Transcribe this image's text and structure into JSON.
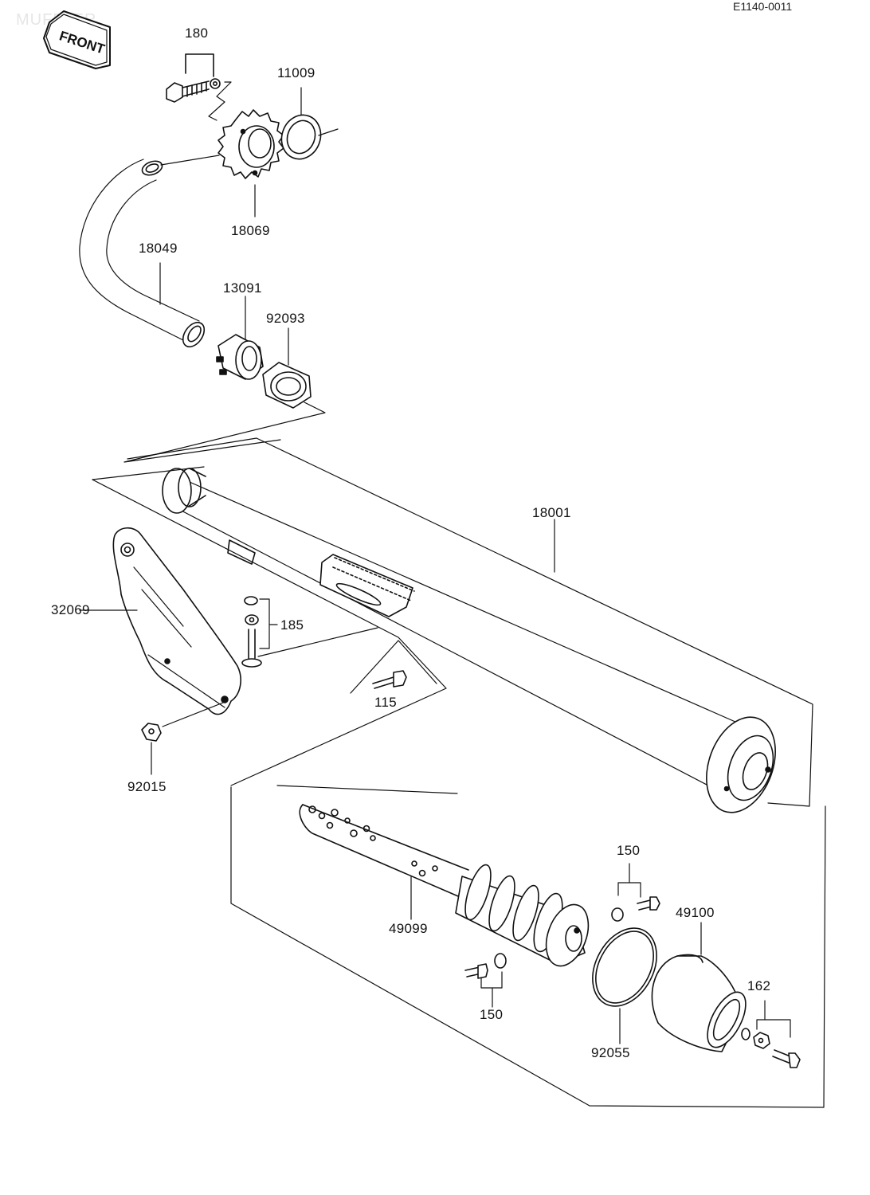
{
  "header": {
    "diagram_code": "E1140-0011",
    "watermark": "MUFFLER",
    "front_arrow": "FRONT"
  },
  "parts": {
    "p180": "180",
    "p11009": "11009",
    "p18069": "18069",
    "p18049": "18049",
    "p13091": "13091",
    "p92093": "92093",
    "p18001": "18001",
    "p32069": "32069",
    "p185": "185",
    "p115": "115",
    "p92015": "92015",
    "p150a": "150",
    "p49100": "49100",
    "p49099": "49099",
    "p150b": "150",
    "p162": "162",
    "p92055": "92055"
  }
}
